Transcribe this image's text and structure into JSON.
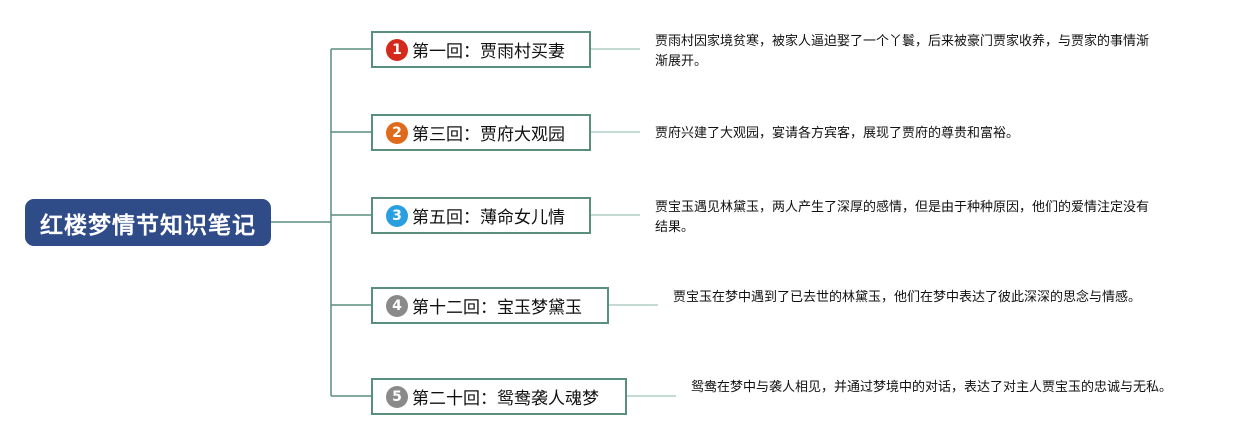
{
  "root": {
    "title": "红楼梦情节知识笔记",
    "color": "#2f4b88"
  },
  "line_color": "#5a8f7b",
  "chapters": [
    {
      "number": "1",
      "badge_color": "#d42a1c",
      "title": "第一回：贾雨村买妻",
      "description": "贾雨村因家境贫寒，被家人逼迫娶了一个丫鬟，后来被豪门贾家收养，与贾家的事情渐渐展开。"
    },
    {
      "number": "2",
      "badge_color": "#e06a1c",
      "title": "第三回：贾府大观园",
      "description": "贾府兴建了大观园，宴请各方宾客，展现了贾府的尊贵和富裕。"
    },
    {
      "number": "3",
      "badge_color": "#2a9fe0",
      "title": "第五回：薄命女儿情",
      "description": "贾宝玉遇见林黛玉，两人产生了深厚的感情，但是由于种种原因，他们的爱情注定没有结果。"
    },
    {
      "number": "4",
      "badge_color": "#8a8a8a",
      "title": "第十二回：宝玉梦黛玉",
      "description": "贾宝玉在梦中遇到了已去世的林黛玉，他们在梦中表达了彼此深深的思念与情感。"
    },
    {
      "number": "5",
      "badge_color": "#8a8a8a",
      "title": "第二十回：鸳鸯袭人魂梦",
      "description": "鸳鸯在梦中与袭人相见，并通过梦境中的对话，表达了对主人贾宝玉的忠诚与无私。"
    }
  ]
}
